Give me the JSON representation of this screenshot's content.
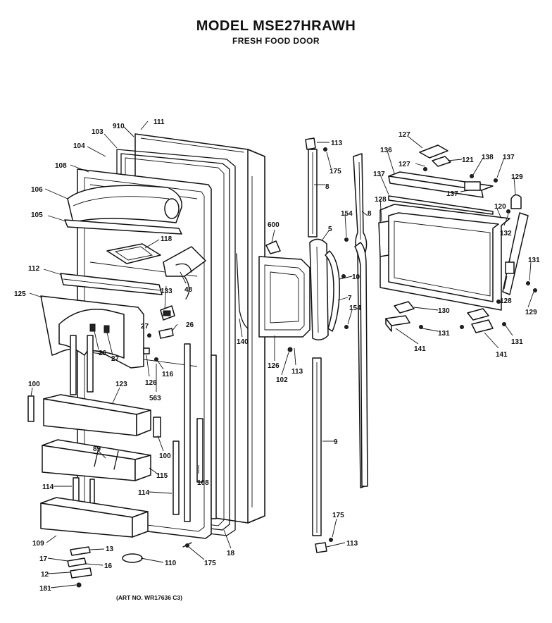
{
  "title": "MODEL MSE27HRAWH",
  "subtitle": "FRESH FOOD DOOR",
  "art_number": "(ART NO. WR17636 C3)",
  "callouts": [
    {
      "id": "c111",
      "text": "111"
    },
    {
      "id": "c910",
      "text": "910"
    },
    {
      "id": "c103",
      "text": "103"
    },
    {
      "id": "c104",
      "text": "104"
    },
    {
      "id": "c108a",
      "text": "108"
    },
    {
      "id": "c106",
      "text": "106"
    },
    {
      "id": "c105",
      "text": "105"
    },
    {
      "id": "c118",
      "text": "118"
    },
    {
      "id": "c112",
      "text": "112"
    },
    {
      "id": "c125",
      "text": "125"
    },
    {
      "id": "c133",
      "text": "133"
    },
    {
      "id": "c48",
      "text": "48"
    },
    {
      "id": "c27a",
      "text": "27"
    },
    {
      "id": "c26a",
      "text": "26"
    },
    {
      "id": "c26b",
      "text": "26"
    },
    {
      "id": "c27b",
      "text": "27"
    },
    {
      "id": "c126a",
      "text": "126"
    },
    {
      "id": "c116",
      "text": "116"
    },
    {
      "id": "c563",
      "text": "563"
    },
    {
      "id": "c100a",
      "text": "100"
    },
    {
      "id": "c123",
      "text": "123"
    },
    {
      "id": "c100b",
      "text": "100"
    },
    {
      "id": "c89",
      "text": "89"
    },
    {
      "id": "c115",
      "text": "115"
    },
    {
      "id": "c108b",
      "text": "108"
    },
    {
      "id": "c114a",
      "text": "114"
    },
    {
      "id": "c114b",
      "text": "114"
    },
    {
      "id": "c109",
      "text": "109"
    },
    {
      "id": "c13",
      "text": "13"
    },
    {
      "id": "c17",
      "text": "17"
    },
    {
      "id": "c16",
      "text": "16"
    },
    {
      "id": "c12",
      "text": "12"
    },
    {
      "id": "c181",
      "text": "181"
    },
    {
      "id": "c110",
      "text": "110"
    },
    {
      "id": "c175a",
      "text": "175"
    },
    {
      "id": "c18",
      "text": "18"
    },
    {
      "id": "c140",
      "text": "140"
    },
    {
      "id": "c600",
      "text": "600"
    },
    {
      "id": "c126b",
      "text": "126"
    },
    {
      "id": "c102",
      "text": "102"
    },
    {
      "id": "c113a",
      "text": "113"
    },
    {
      "id": "c113b",
      "text": "113"
    },
    {
      "id": "c175b",
      "text": "175"
    },
    {
      "id": "c8a",
      "text": "8"
    },
    {
      "id": "c5",
      "text": "5"
    },
    {
      "id": "c154a",
      "text": "154"
    },
    {
      "id": "c10",
      "text": "10"
    },
    {
      "id": "c7",
      "text": "7"
    },
    {
      "id": "c154b",
      "text": "154"
    },
    {
      "id": "c8b",
      "text": "8"
    },
    {
      "id": "c9",
      "text": "9"
    },
    {
      "id": "c175c",
      "text": "175"
    },
    {
      "id": "c113c",
      "text": "113"
    },
    {
      "id": "c127a",
      "text": "127"
    },
    {
      "id": "c136",
      "text": "136"
    },
    {
      "id": "c127b",
      "text": "127"
    },
    {
      "id": "c121",
      "text": "121"
    },
    {
      "id": "c138",
      "text": "138"
    },
    {
      "id": "c137a",
      "text": "137"
    },
    {
      "id": "c137b",
      "text": "137"
    },
    {
      "id": "c137c",
      "text": "137"
    },
    {
      "id": "c129a",
      "text": "129"
    },
    {
      "id": "c128a",
      "text": "128"
    },
    {
      "id": "c120",
      "text": "120"
    },
    {
      "id": "c132",
      "text": "132"
    },
    {
      "id": "c131a",
      "text": "131"
    },
    {
      "id": "c129b",
      "text": "129"
    },
    {
      "id": "c128b",
      "text": "128"
    },
    {
      "id": "c130",
      "text": "130"
    },
    {
      "id": "c131b",
      "text": "131"
    },
    {
      "id": "c131c",
      "text": "131"
    },
    {
      "id": "c141a",
      "text": "141"
    },
    {
      "id": "c141b",
      "text": "141"
    }
  ]
}
